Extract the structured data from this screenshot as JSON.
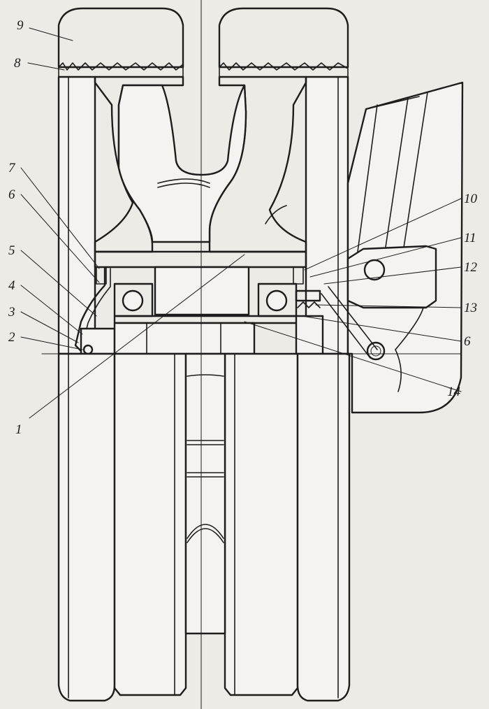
{
  "drawing": {
    "colors": {
      "ink": "#1d1d1d",
      "paper": "#f4f3ef",
      "background": "#ecebe6"
    },
    "callouts": [
      {
        "id": "c9",
        "text": "9"
      },
      {
        "id": "c8",
        "text": "8"
      },
      {
        "id": "c7",
        "text": "7"
      },
      {
        "id": "c6a",
        "text": "6"
      },
      {
        "id": "c5",
        "text": "5"
      },
      {
        "id": "c4",
        "text": "4"
      },
      {
        "id": "c3",
        "text": "3"
      },
      {
        "id": "c2",
        "text": "2"
      },
      {
        "id": "c1",
        "text": "1"
      },
      {
        "id": "c10",
        "text": "10"
      },
      {
        "id": "c11",
        "text": "11"
      },
      {
        "id": "c12",
        "text": "12"
      },
      {
        "id": "c13",
        "text": "13"
      },
      {
        "id": "c6b",
        "text": "6"
      },
      {
        "id": "c14",
        "text": "14"
      }
    ]
  }
}
